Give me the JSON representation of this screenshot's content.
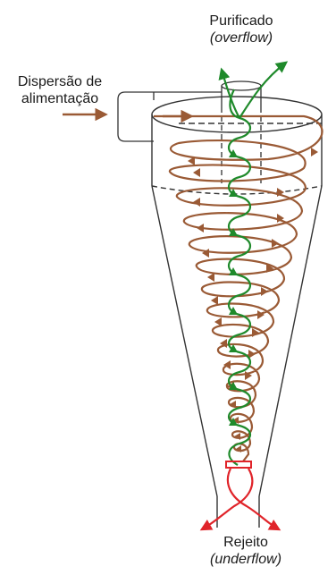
{
  "labels": {
    "overflow_title": "Purificado",
    "overflow_subtitle": "(overflow)",
    "feed_line1": "Dispersão de",
    "feed_line2": "alimentação",
    "underflow_title": "Rejeito",
    "underflow_subtitle": "(underflow)"
  },
  "colors": {
    "outline": "#333333",
    "outer_vortex": "#9a5a35",
    "inner_vortex": "#1f8a2b",
    "reject_flow": "#e0242a",
    "dashed": "#333333"
  }
}
